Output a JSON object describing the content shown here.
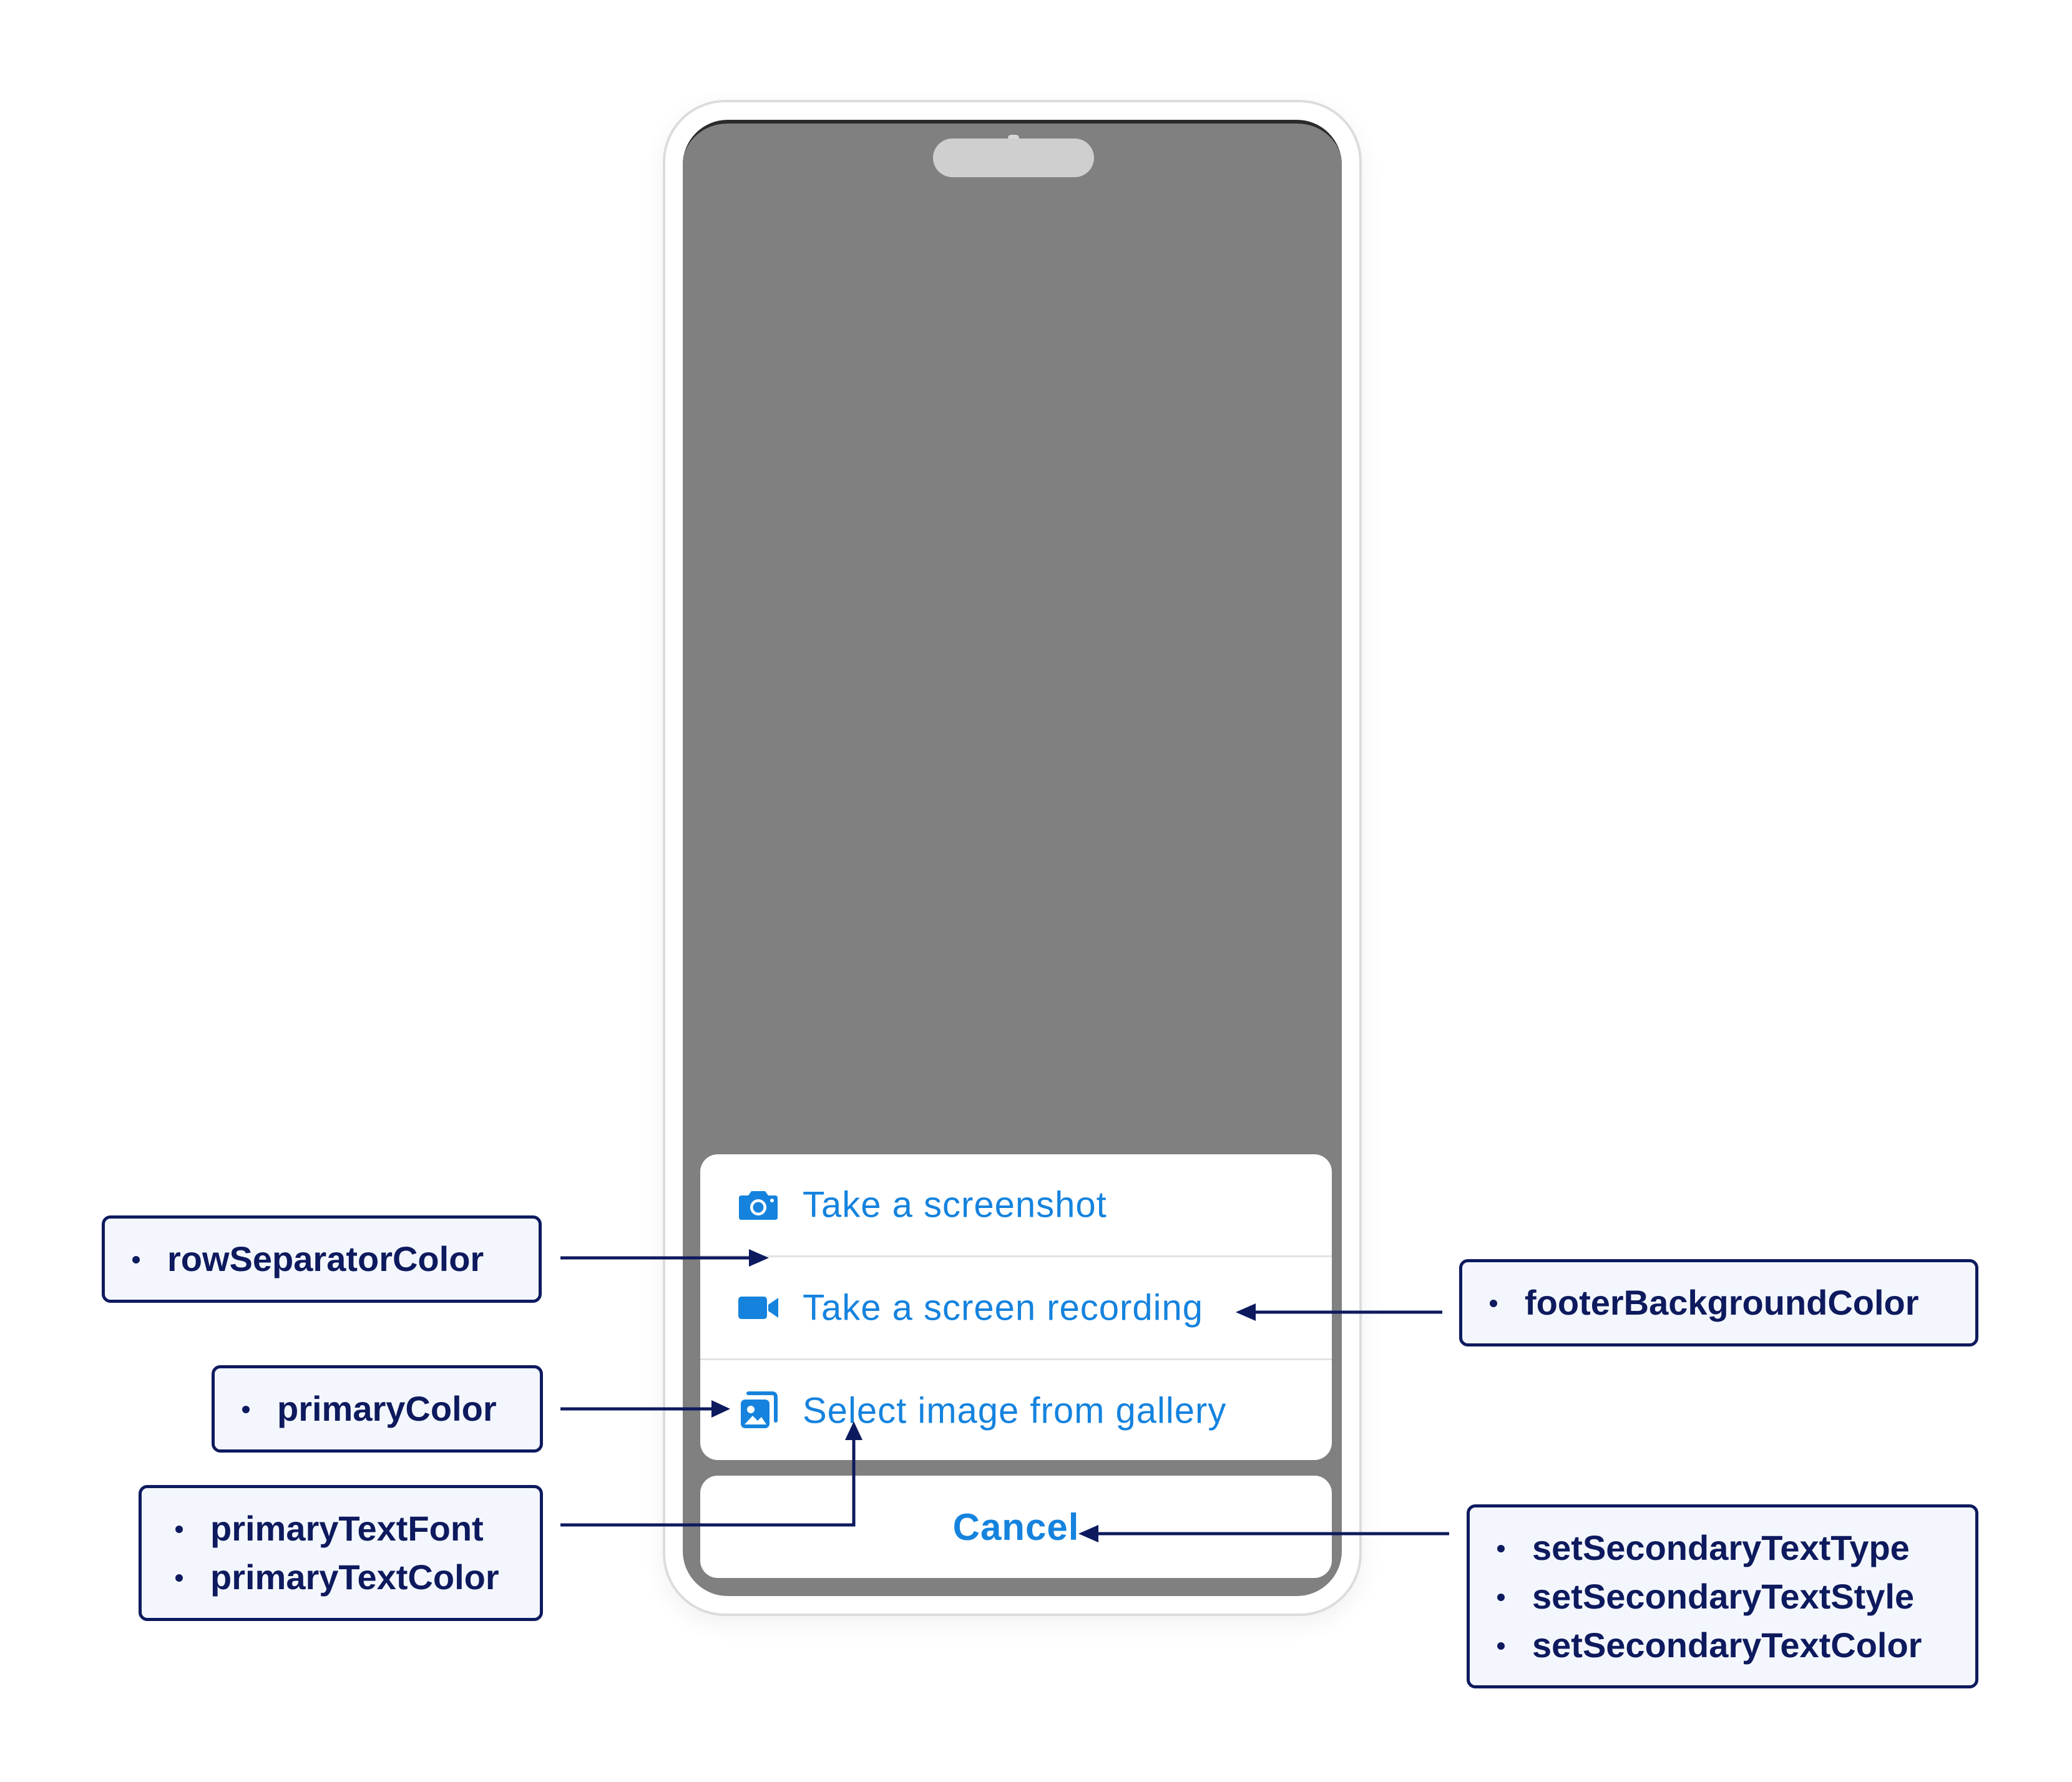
{
  "sheet": {
    "rows": [
      {
        "label": "Take a screenshot",
        "icon": "camera-icon"
      },
      {
        "label": "Take a screen recording",
        "icon": "video-camera-icon"
      },
      {
        "label": "Select image from gallery",
        "icon": "gallery-icon"
      }
    ],
    "cancel_label": "Cancel"
  },
  "callouts": {
    "row_separator": [
      "rowSeparatorColor"
    ],
    "primary_color": [
      "primaryColor"
    ],
    "primary_text": [
      "primaryTextFont",
      "primaryTextColor"
    ],
    "footer_background": [
      "footerBackgroundColor"
    ],
    "secondary_text": [
      "setSecondaryTextType",
      "setSecondaryTextStyle",
      "setSecondaryTextColor"
    ]
  },
  "colors": {
    "accent": "#1583de",
    "callout_border": "#0e1a5e",
    "callout_background": "#f3f7fd",
    "screen_overlay": "#808080",
    "separator": "#e2e2e2"
  }
}
